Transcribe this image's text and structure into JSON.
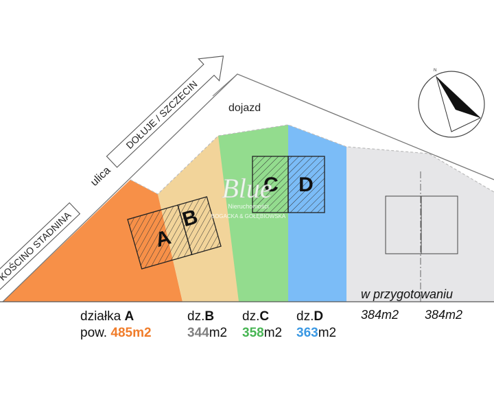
{
  "road": {
    "street_label": "ulica",
    "arrow_upper": "DOŁUJE / SZCZECIN",
    "arrow_lower": "KOŚCINO STADNINA",
    "access_label": "dojazd"
  },
  "plots": [
    {
      "letter": "A",
      "name_prefix": "działka",
      "area_prefix": "pow.",
      "area_value": "485m2",
      "color": "#f79048"
    },
    {
      "letter": "B",
      "name_prefix": "dz.",
      "area_value": "344",
      "area_unit": "m2",
      "color": "#f2d49a",
      "value_color": "#7f7f7f"
    },
    {
      "letter": "C",
      "name_prefix": "dz.",
      "area_value": "358",
      "area_unit": "m2",
      "color": "#93dc8e",
      "value_color": "#47b553"
    },
    {
      "letter": "D",
      "name_prefix": "dz.",
      "area_value": "363",
      "area_unit": "m2",
      "color": "#7bbcf7",
      "value_color": "#3a98e3"
    }
  ],
  "pending": {
    "label": "w przygotowaniu",
    "areas": [
      "384m2",
      "384m2"
    ],
    "color": "#e6e6e8"
  },
  "watermark": {
    "brand": "Blue",
    "line1": "Nieruchomości",
    "line2": "BOGACKA & GOŁĘBIOWSKA"
  },
  "north_arrow": {
    "symbol": "north-arrow"
  }
}
